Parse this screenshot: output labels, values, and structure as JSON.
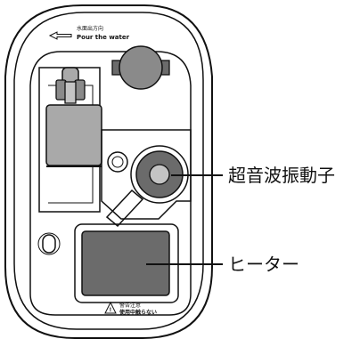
{
  "pour_direction": {
    "jp": "水面出方向",
    "en": "Pour the water"
  },
  "callouts": {
    "ultrasonic": "超音波振動子",
    "heater": "ヒーター"
  },
  "warning": {
    "line1": "警告注意",
    "line2": "使用中触らない"
  },
  "colors": {
    "outline": "#111111",
    "fill_dark": "#6b6b6b",
    "fill_mid": "#8a8a8a",
    "fill_light": "#a9a9a9",
    "background": "#ffffff"
  },
  "icons": [
    "arrow-left-icon",
    "warning-triangle-icon"
  ]
}
